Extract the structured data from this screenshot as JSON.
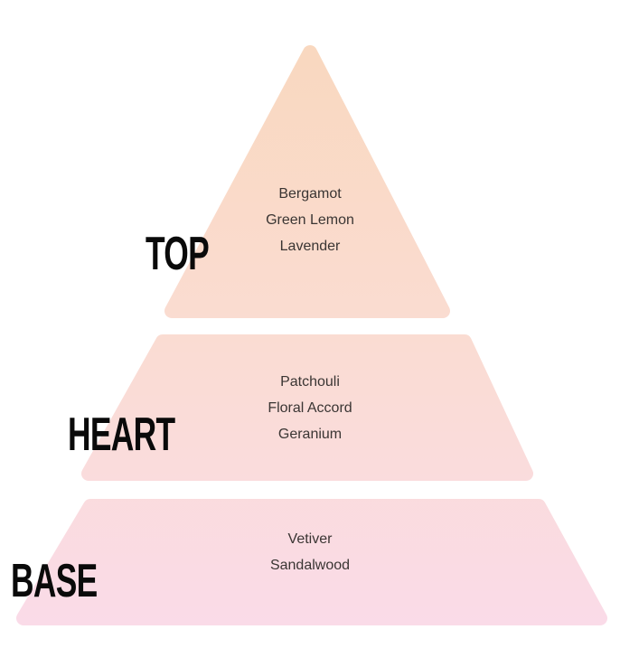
{
  "tiers": [
    {
      "label": "TOP",
      "notes": [
        "Bergamot",
        "Green Lemon",
        "Lavender"
      ]
    },
    {
      "label": "HEART",
      "notes": [
        "Patchouli",
        "Floral Accord",
        "Geranium"
      ]
    },
    {
      "label": "BASE",
      "notes": [
        "Vetiver",
        "Sandalwood"
      ]
    }
  ],
  "colors": {
    "top": "#f9d9c3",
    "bottom": "#fadce8",
    "label": "#0a0a0a",
    "text": "#3a3533"
  }
}
